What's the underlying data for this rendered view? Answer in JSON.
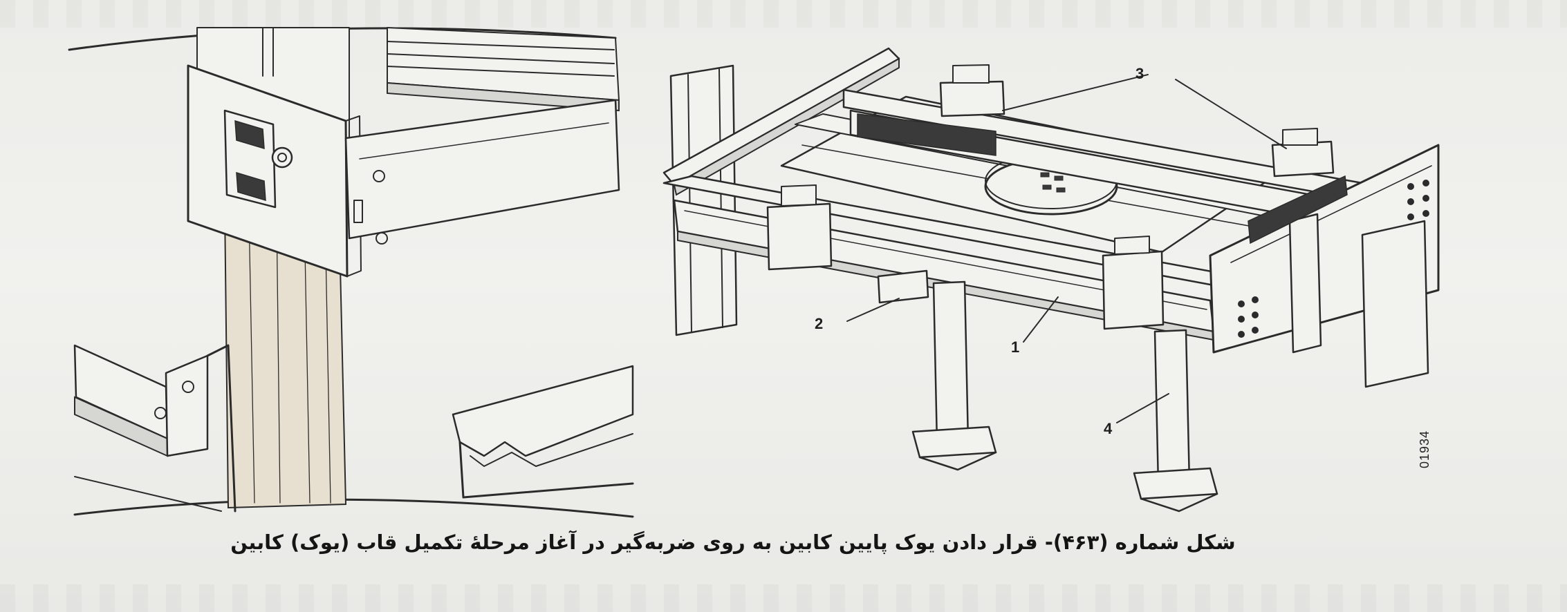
{
  "figure": {
    "callouts": [
      "1",
      "2",
      "3",
      "3",
      "4"
    ],
    "figure_id": "01934",
    "caption": "شکل شماره (۴۶۳)- قرار دادن یوک پایین کابین به روی ضربه‌گیر در آغاز مرحلهٔ تکمیل قاب (یوک) کابین"
  }
}
